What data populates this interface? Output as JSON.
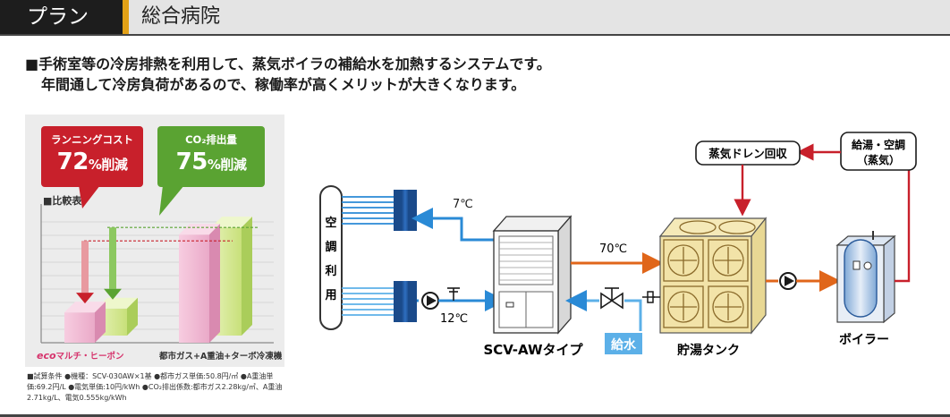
{
  "header": {
    "tag": "プラン",
    "title": "総合病院"
  },
  "lead": {
    "line1": "■手術室等の冷房排熱を利用して、蒸気ボイラの補給水を加熱するシステムです。",
    "line2": "年間通して冷房負荷があるので、稼働率が高くメリットが大きくなります。"
  },
  "chart": {
    "callouts": [
      {
        "label": "ランニングコスト",
        "value": "72",
        "unit": "%削減",
        "color": "#c8202b"
      },
      {
        "label": "CO₂排出量",
        "value": "75",
        "unit": "%削減",
        "color": "#5aa332"
      }
    ],
    "axis_title": "■比較表",
    "brand_prefix": "eco",
    "brand_suffix": "マルチ・ヒーポン",
    "comparison_label": "都市ガス+A重油+ターボ冷凍機"
  },
  "chart_data": {
    "type": "bar",
    "categories": [
      "ecoマルチ・ヒーポン",
      "都市ガス+A重油+ターボ冷凍機"
    ],
    "series": [
      {
        "name": "ランニングコスト",
        "values": [
          28,
          100
        ]
      },
      {
        "name": "CO₂排出量",
        "values": [
          25,
          100
        ]
      }
    ],
    "ylim": [
      0,
      120
    ],
    "grid": true,
    "colors": {
      "running_cost": "#e68bbb",
      "co2": "#a6d24a",
      "reduction_arrow_red": "#c8202b",
      "reduction_arrow_green": "#5aa332"
    }
  },
  "footnote": "■試算条件 ●機種：SCV-030AW×1基 ●都市ガス単価:50.8円/㎥ ●A重油単価:69.2円/L ●電気単価:10円/kWh ●CO₂排出係数:都市ガス2.28kg/㎥、A重油2.71kg/L、電気0.555kg/kWh",
  "diagram": {
    "air_conditioning_label": [
      "空",
      "調",
      "利",
      "用"
    ],
    "temp_supply": "7℃",
    "temp_return": "12℃",
    "temp_hot": "70℃",
    "unit_name": "SCV-AWタイプ",
    "feed_water": "給水",
    "tank_name": "貯湯タンク",
    "boiler_name": "ボイラー",
    "drain_recovery": "蒸気ドレン回収",
    "supply_line1": "給湯・空調",
    "supply_line2": "（蒸気）",
    "colors": {
      "cold_blue": "#2a8ad6",
      "hot_orange": "#e0661a",
      "steam_red": "#c8202b",
      "tank_yellow": "#f2e3a8"
    }
  }
}
